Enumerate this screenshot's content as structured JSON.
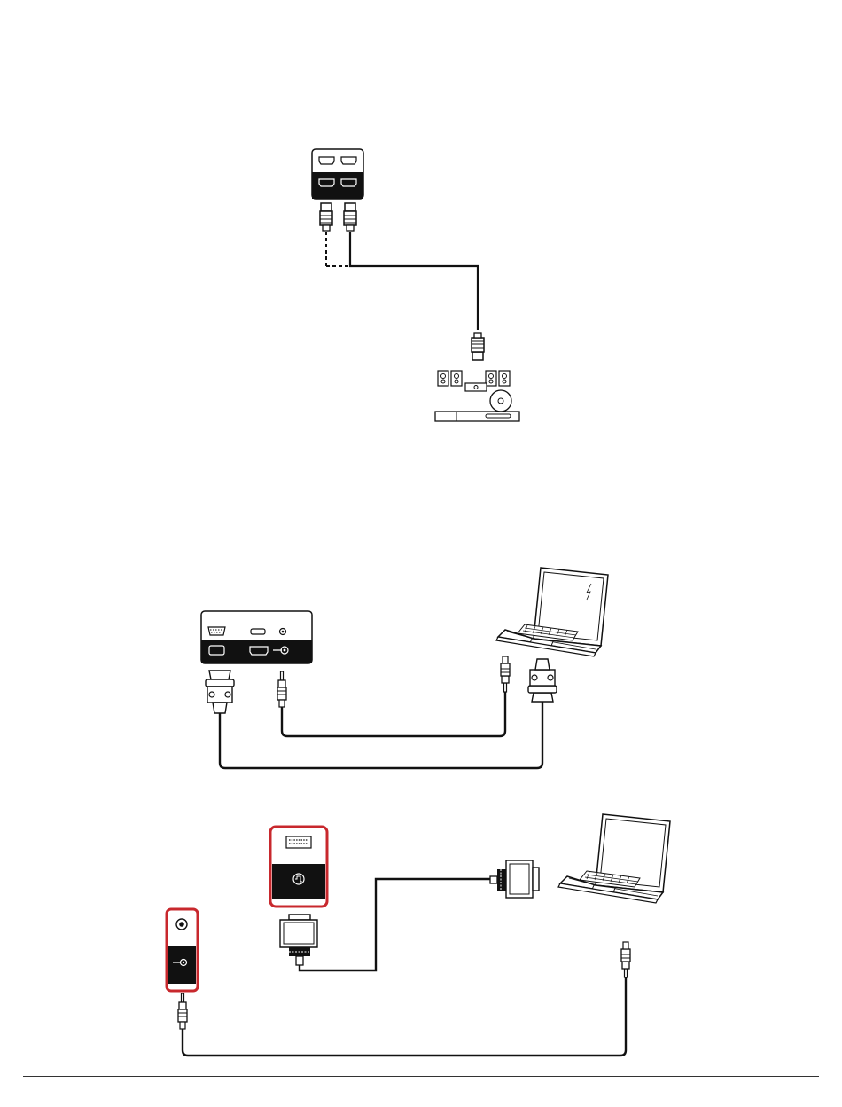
{
  "page": {
    "top_rule": "divider",
    "bottom_rule": "divider"
  },
  "diagrams": [
    {
      "id": "hdmi-to-av-equipment",
      "components": [
        "hdmi-port-panel",
        "hdmi-cable",
        "av-equipment"
      ],
      "icons": [
        "hdmi-port-icon",
        "hdmi-plug-icon",
        "speaker-icon",
        "subwoofer-icon",
        "av-receiver-icon"
      ]
    },
    {
      "id": "vga-and-audio-to-laptop",
      "components": [
        "io-panel-vga-hdmi-audio",
        "vga-cable",
        "audio-cable",
        "laptop"
      ],
      "icons": [
        "vga-port-icon",
        "hdmi-port-icon",
        "audio-jack-icon",
        "vga-plug-icon",
        "audio-plug-icon",
        "laptop-icon"
      ]
    },
    {
      "id": "dvi-and-audio-to-laptop",
      "components": [
        "dvi-port-panel",
        "audio-in-port-panel",
        "dvi-cable",
        "audio-cable",
        "laptop"
      ],
      "highlight_color": "#c8282d",
      "icons": [
        "dvi-port-icon",
        "dvi-plug-icon",
        "audio-jack-icon",
        "audio-plug-icon",
        "laptop-icon"
      ]
    }
  ],
  "colors": {
    "line": "#1a1a1a",
    "panel_dark": "#111111",
    "highlight": "#c8282d"
  }
}
